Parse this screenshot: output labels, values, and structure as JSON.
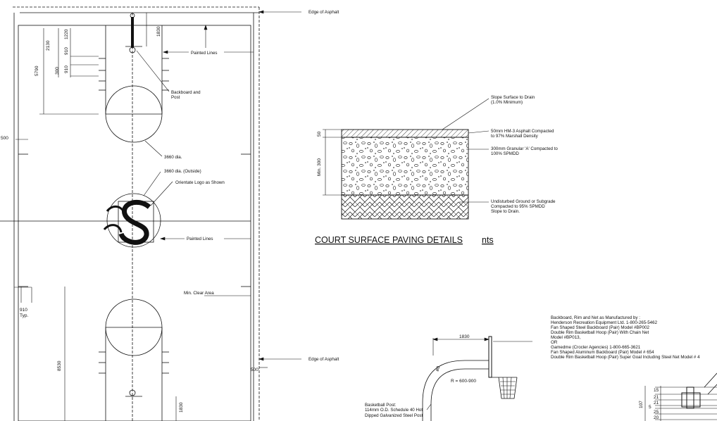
{
  "court_plan": {
    "edge_top_label": "Edge of Asphalt",
    "edge_bottom_label": "Edge of Asphalt",
    "painted_lines_top": "Painted Lines",
    "painted_lines_mid": "Painted Lines",
    "backboard_label_1": "Backboard and",
    "backboard_label_2": "Post",
    "dia_label": "3660 dia.",
    "dia_outside_label": "3660 dia. (Outside)",
    "logo_label": "Orientate Logo as Shown",
    "clear_area_label": "Min. Clear Area",
    "dim_1830_top": "1830",
    "dim_2130": "2130",
    "dim_1220": "1220",
    "dim_910a": "910",
    "dim_910b": "910",
    "dim_300": "300",
    "dim_5790": "5790",
    "dim_500_left": "500",
    "dim_910_typ_1": "910",
    "dim_910_typ_2": "Typ.",
    "dim_8530": "8530",
    "dim_500_right": "500",
    "dim_1830_bottom": "1830"
  },
  "paving": {
    "title": "COURT SURFACE PAVING DETAILS",
    "title_suffix": "nts",
    "slope_1": "Slope Surface to Drain",
    "slope_2": "(1.0% Minimum)",
    "asphalt_1": "50mm HM-3 Asphalt Compacted",
    "asphalt_2": "to 97% Marshall Density",
    "granular_1": "300mm Granular 'A' Compacted to",
    "granular_2": "100% SPMDD",
    "ground_1": "Undisturbed Ground or Subgrade",
    "ground_2": "Compacted to 95% SPMDD",
    "ground_3": "Slope to Drain.",
    "dim_50": "50",
    "dim_min300": "Min. 300"
  },
  "equipment_note": {
    "lines": [
      "Backboard, Rim and Net as Manufactured by :",
      "Henderson Recreation Equipment Ltd. 1-800-265-5462",
      "Fan Shaped Steel Backboard (Pair) Model #BP002",
      "Double Rim Basketball Hoop (Pair) With Chain Net",
      "Model #BP013,",
      "OR",
      "Gamedme (Crocler Agencies) 1-800-665-3621",
      "Fan Shaped Aluminum Backboard (Pair) Model # 654",
      "Double Rim Basketball Hoop (Pair) Super Goal Including Steel Net Model # 4"
    ]
  },
  "post_detail": {
    "dim_1830": "1830",
    "radius_label": "R = 600-900",
    "dim_b0": "ø0",
    "post_1": "Basketball Post:",
    "post_2": "114mm O.D. Schedule 40 Hot",
    "post_3": "Dipped Galvanized Steel Post"
  },
  "footing_detail": {
    "dims": [
      "15",
      "21",
      "21",
      "5",
      "25",
      "20"
    ],
    "dim_107": "107"
  }
}
